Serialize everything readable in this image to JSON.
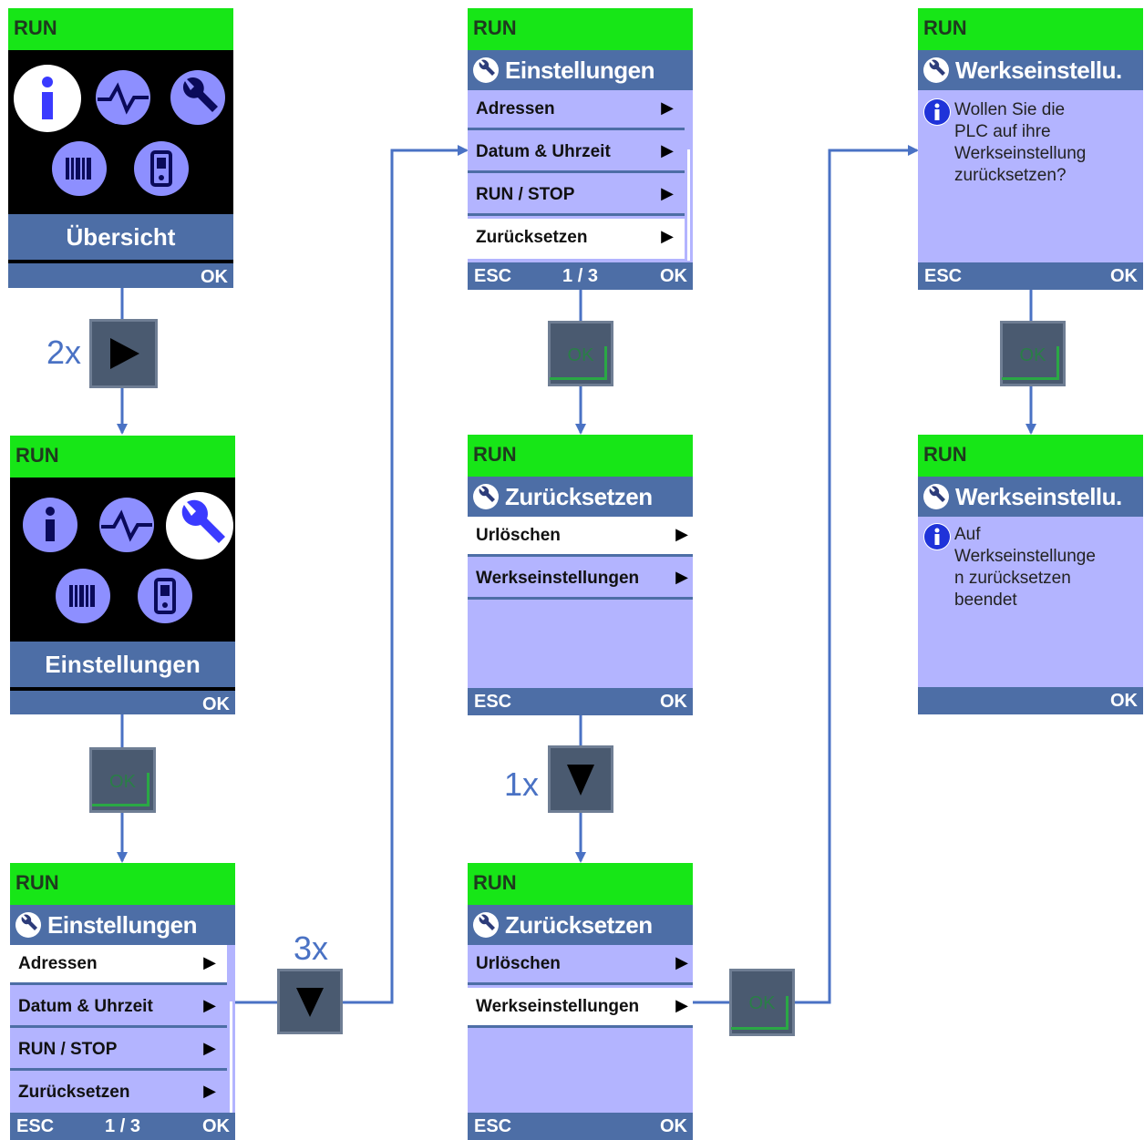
{
  "colors": {
    "status_bar": "#17e617",
    "title_bar": "#4d6ea6",
    "screen_bg": "#b3b4ff",
    "icon": "#8d8fff",
    "arrow": "#4a72c4",
    "ok_key_accent": "#2aa845"
  },
  "common": {
    "run": "RUN",
    "esc": "ESC",
    "ok": "OK"
  },
  "screens": {
    "overview": {
      "caption": "Übersicht"
    },
    "settings_icons": {
      "caption": "Einstellungen"
    },
    "settings_menu_1": {
      "title": "Einstellungen",
      "items": [
        "Adressen",
        "Datum & Uhrzeit",
        "RUN / STOP",
        "Zurücksetzen"
      ],
      "page": "1 / 3",
      "selected": "Adressen"
    },
    "settings_menu_2": {
      "title": "Einstellungen",
      "items": [
        "Adressen",
        "Datum & Uhrzeit",
        "RUN / STOP",
        "Zurücksetzen"
      ],
      "page": "1 / 3",
      "selected": "Zurücksetzen"
    },
    "reset_1": {
      "title": "Zurücksetzen",
      "items": [
        "Urlöschen",
        "Werkseinstellungen"
      ],
      "selected": "Urlöschen"
    },
    "reset_2": {
      "title": "Zurücksetzen",
      "items": [
        "Urlöschen",
        "Werkseinstellungen"
      ],
      "selected": "Werkseinstellungen"
    },
    "factory_confirm": {
      "title": "Werkseinstellu.",
      "message": [
        "Wollen Sie die",
        "PLC auf ihre",
        "Werkseinstellung",
        "zurücksetzen?"
      ]
    },
    "factory_done": {
      "title": "Werkseinstellu.",
      "message": [
        "Auf",
        "Werkseinstellunge",
        "n zurücksetzen",
        "beendet"
      ]
    }
  },
  "keys": {
    "ok_label": "OK"
  },
  "counts": {
    "right_times": "2x",
    "down_times_1": "3x",
    "down_times_2": "1x"
  },
  "icons": [
    "info-icon",
    "pulse-icon",
    "wrench-icon",
    "barcode-icon",
    "device-icon"
  ]
}
